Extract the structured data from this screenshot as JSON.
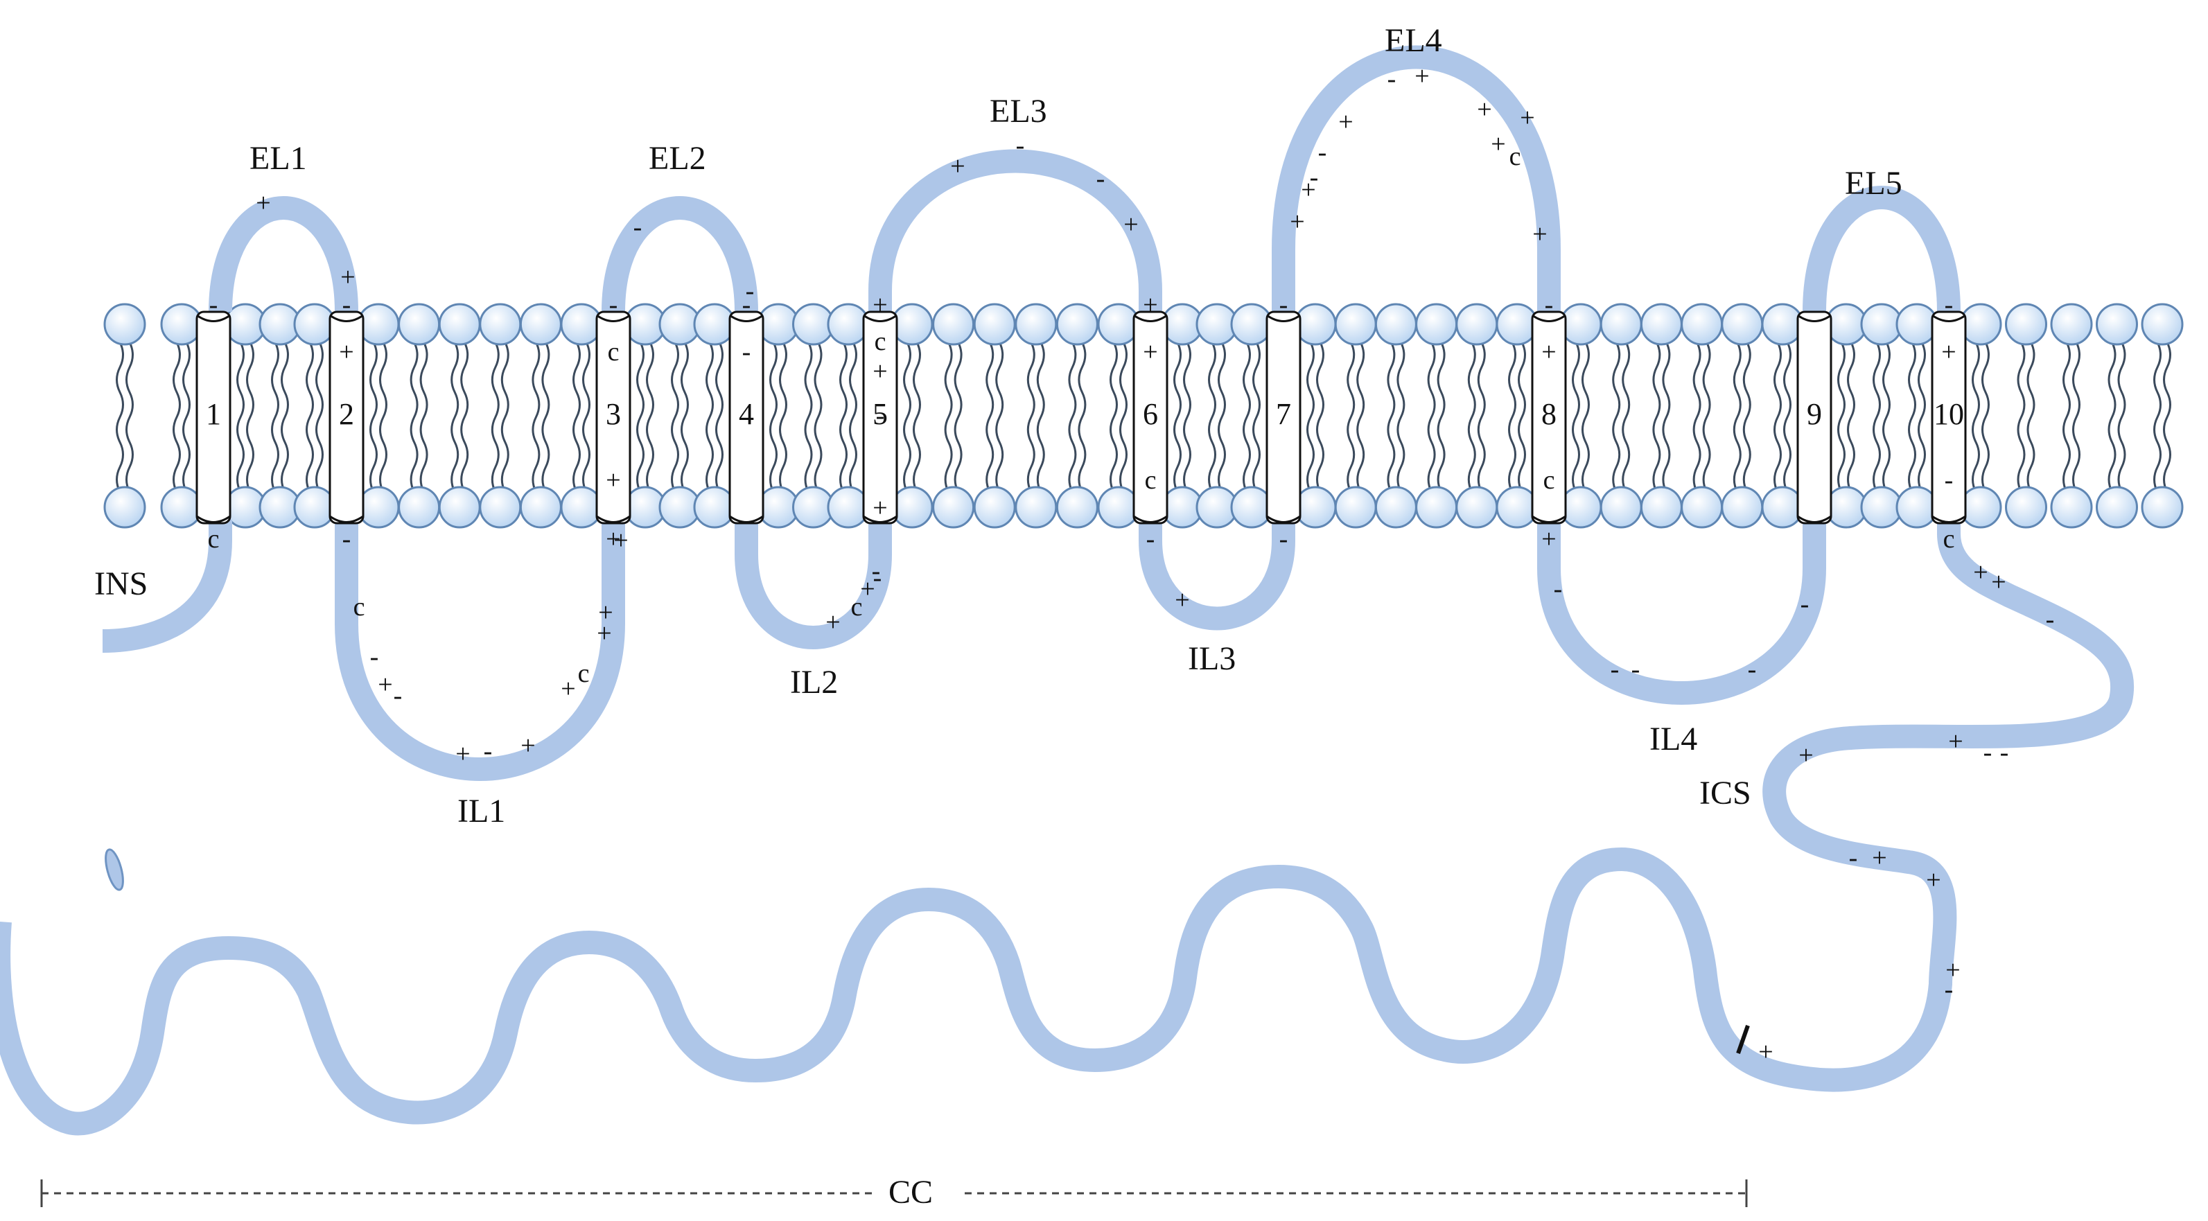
{
  "colors": {
    "chain": "#aec6e8",
    "bead_fill": "#e6f1fb",
    "bead_stroke": "#5f86b3",
    "tail": "#3b4a5c",
    "helix": "#ffffff",
    "text": "#111111"
  },
  "regions": {
    "ins": "INS",
    "el1": "EL1",
    "el2": "EL2",
    "el3": "EL3",
    "el4": "EL4",
    "el5": "EL5",
    "il1": "IL1",
    "il2": "IL2",
    "il3": "IL3",
    "il4": "IL4",
    "ics": "ICS",
    "cc": "CC"
  },
  "helices": [
    {
      "n": "1",
      "marks": [
        "-",
        "",
        "",
        "c"
      ]
    },
    {
      "n": "2",
      "marks": [
        "-",
        "+",
        "",
        "-"
      ]
    },
    {
      "n": "3",
      "marks": [
        "-",
        "c",
        "+",
        "+"
      ]
    },
    {
      "n": "4",
      "marks": [
        "-",
        "-",
        "",
        ""
      ]
    },
    {
      "n": "5",
      "marks": [
        "+",
        "c",
        "+",
        "-",
        "+"
      ]
    },
    {
      "n": "6",
      "marks": [
        "+",
        "+",
        "c",
        "-"
      ]
    },
    {
      "n": "7",
      "marks": [
        "-",
        "",
        "",
        "-"
      ]
    },
    {
      "n": "8",
      "marks": [
        "-",
        "+",
        "c",
        "+"
      ]
    },
    {
      "n": "9",
      "marks": [
        "",
        "",
        "",
        ""
      ]
    },
    {
      "n": "10",
      "marks": [
        "-",
        "+",
        "-",
        "c"
      ]
    }
  ],
  "loop_charges": {
    "el1": [
      "+",
      "+"
    ],
    "el2": [
      "-",
      "-"
    ],
    "el3": [
      "+",
      "-",
      "-",
      "+"
    ],
    "el4": [
      "-",
      "+",
      "+",
      "+",
      "c",
      "-",
      "+",
      "+",
      "+",
      "-",
      "+",
      "+"
    ],
    "il1": [
      "c",
      "-",
      "+",
      "-",
      "+",
      "-",
      "+",
      "+",
      "c",
      "+",
      "+",
      "+",
      "-",
      "+"
    ],
    "il2": [
      "+",
      "c",
      "-"
    ],
    "il3": [
      "+"
    ],
    "il4": [
      "-",
      "-",
      "-",
      "-",
      "-"
    ],
    "tail": [
      "+",
      "+",
      "-",
      "+",
      "-",
      "-",
      "+",
      "-",
      "+",
      "+",
      "+",
      "-",
      "+"
    ]
  }
}
